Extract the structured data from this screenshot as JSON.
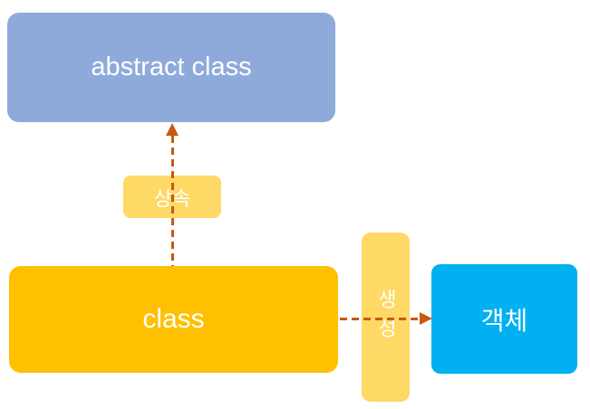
{
  "diagram": {
    "type": "class-relationship-diagram",
    "nodes": {
      "abstract_class": {
        "label": "abstract class",
        "fill": "#8EAADB",
        "text_color": "#FFFFFF",
        "shape": "rounded-rectangle"
      },
      "class": {
        "label": "class",
        "fill": "#FFC000",
        "text_color": "#FFFFFF",
        "shape": "rounded-rectangle"
      },
      "object": {
        "label": "객체",
        "fill": "#00B0F0",
        "text_color": "#FFFFFF",
        "shape": "rounded-rectangle"
      }
    },
    "edges": {
      "inheritance": {
        "label": "상속",
        "from": "class",
        "to": "abstract_class",
        "direction": "up",
        "line_style": "dashed",
        "color": "#C55A11",
        "label_fill": "#FFD966",
        "label_text_color": "#FFFFFF"
      },
      "creation": {
        "label": "생성",
        "from": "class",
        "to": "object",
        "direction": "right",
        "line_style": "dashed",
        "color": "#C55A11",
        "label_fill": "#FFD966",
        "label_text_color": "#FFFFFF",
        "label_orientation": "vertical"
      }
    }
  }
}
